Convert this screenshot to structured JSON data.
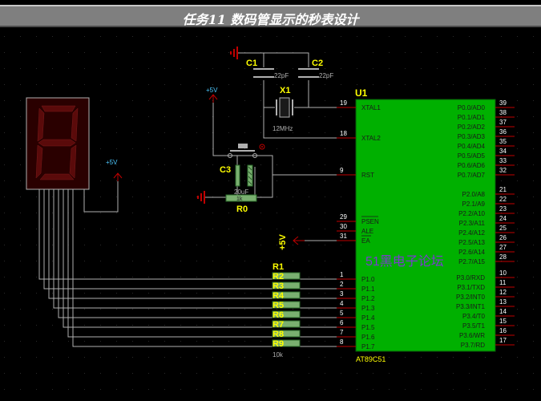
{
  "title": "任务11 数码管显示的秒表设计",
  "mcu": {
    "ref": "U1",
    "part": "AT89C51",
    "left_pins": [
      {
        "num": "19",
        "name": "XTAL1"
      },
      {
        "num": "18",
        "name": "XTAL2"
      },
      {
        "num": "9",
        "name": "RST"
      },
      {
        "num": "29",
        "name": "PSEN"
      },
      {
        "num": "30",
        "name": "ALE"
      },
      {
        "num": "31",
        "name": "EA"
      },
      {
        "num": "1",
        "name": "P1.0"
      },
      {
        "num": "2",
        "name": "P1.1"
      },
      {
        "num": "3",
        "name": "P1.2"
      },
      {
        "num": "4",
        "name": "P1.3"
      },
      {
        "num": "5",
        "name": "P1.4"
      },
      {
        "num": "6",
        "name": "P1.5"
      },
      {
        "num": "7",
        "name": "P1.6"
      },
      {
        "num": "8",
        "name": "P1.7"
      }
    ],
    "right_pins": [
      {
        "num": "39",
        "name": "P0.0/AD0"
      },
      {
        "num": "38",
        "name": "P0.1/AD1"
      },
      {
        "num": "37",
        "name": "P0.2/AD2"
      },
      {
        "num": "36",
        "name": "P0.3/AD3"
      },
      {
        "num": "35",
        "name": "P0.4/AD4"
      },
      {
        "num": "34",
        "name": "P0.5/AD5"
      },
      {
        "num": "33",
        "name": "P0.6/AD6"
      },
      {
        "num": "32",
        "name": "P0.7/AD7"
      },
      {
        "num": "21",
        "name": "P2.0/A8"
      },
      {
        "num": "22",
        "name": "P2.1/A9"
      },
      {
        "num": "23",
        "name": "P2.2/A10"
      },
      {
        "num": "24",
        "name": "P2.3/A11"
      },
      {
        "num": "25",
        "name": "P2.4/A12"
      },
      {
        "num": "26",
        "name": "P2.5/A13"
      },
      {
        "num": "27",
        "name": "P2.6/A14"
      },
      {
        "num": "28",
        "name": "P2.7/A15"
      },
      {
        "num": "10",
        "name": "P3.0/RXD"
      },
      {
        "num": "11",
        "name": "P3.1/TXD"
      },
      {
        "num": "12",
        "name": "P3.2/INT0"
      },
      {
        "num": "13",
        "name": "P3.3/INT1"
      },
      {
        "num": "14",
        "name": "P3.4/T0"
      },
      {
        "num": "15",
        "name": "P3.5/T1"
      },
      {
        "num": "16",
        "name": "P3.6/WR"
      },
      {
        "num": "17",
        "name": "P3.7/RD"
      }
    ]
  },
  "components": {
    "c1": {
      "ref": "C1",
      "value": "22pF"
    },
    "c2": {
      "ref": "C2",
      "value": "22pF"
    },
    "x1": {
      "ref": "X1",
      "value": "12MHz"
    },
    "c3": {
      "ref": "C3",
      "value": "20uF"
    },
    "r0": {
      "ref": "R0",
      "value": "1k"
    },
    "r1": {
      "ref": "R1",
      "value": "10k",
      "elements": [
        "R2",
        "R3",
        "R4",
        "R5",
        "R6",
        "R7",
        "R8",
        "R9"
      ]
    }
  },
  "power": {
    "vcc_reset": "+5V",
    "vcc_display": "+5V",
    "vcc_ea": "+5V"
  },
  "display": {
    "digit": "8"
  },
  "watermark": "51黑电子论坛",
  "colors": {
    "background": "#000000",
    "mcu_body": "#00b000",
    "wire": "#b0b0b0",
    "label": "#ffff00",
    "pin": "#c00000",
    "power": "#c00000",
    "power_label": "#4ec9ff",
    "watermark": "#7a3bd0"
  }
}
